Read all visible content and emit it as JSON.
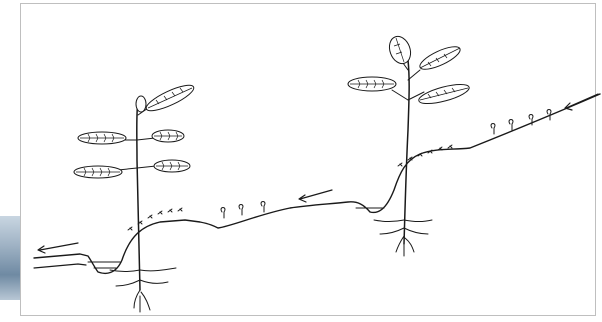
{
  "diagram": {
    "frame_color": "#bfbfbf",
    "ink_color": "#1a1a1a",
    "side_photo_strip_colors": [
      "#c9d6e2",
      "#9fb2c4",
      "#6f8aa3",
      "#b8c7d5"
    ],
    "runoff_arrows": 3,
    "hedgerow_plants": 2,
    "contour_ridges": 2
  }
}
